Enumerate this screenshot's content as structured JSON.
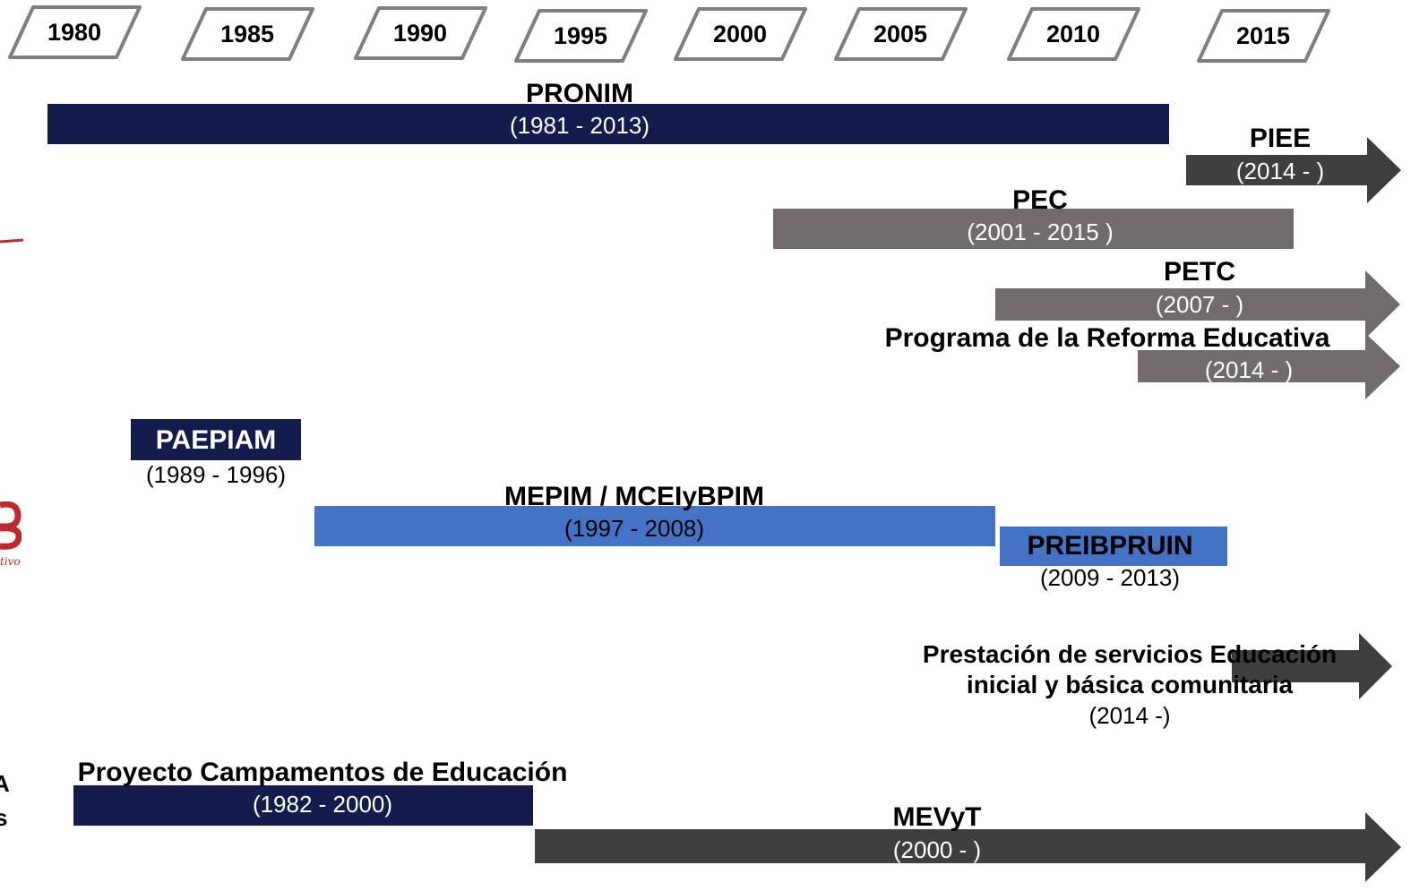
{
  "years": [
    "1980",
    "1985",
    "1990",
    "1995",
    "2000",
    "2005",
    "2010",
    "2015"
  ],
  "colors": {
    "navy": "#141c4e",
    "gray": "#716b6b",
    "dark_gray": "#3f3f3f",
    "blue": "#4472c4",
    "year_box_border": "#7f7f7f",
    "logo_red": "#c0282d"
  },
  "programs": {
    "pronim": {
      "title": "PRONIM",
      "dates": "(1981 - 2013)",
      "start": 1981,
      "end": 2013,
      "ongoing": false
    },
    "piee": {
      "title": "PIEE",
      "dates": "(2014 - )",
      "start": 2014,
      "end": null,
      "ongoing": true
    },
    "pec": {
      "title": "PEC",
      "dates": "(2001 - 2015 )",
      "start": 2001,
      "end": 2015,
      "ongoing": false
    },
    "petc": {
      "title": "PETC",
      "dates": "(2007 - )",
      "start": 2007,
      "end": null,
      "ongoing": true
    },
    "reforma": {
      "title": "Programa de la Reforma Educativa",
      "dates": "(2014 - )",
      "start": 2014,
      "end": null,
      "ongoing": true
    },
    "paepiam": {
      "title": "PAEPIAM",
      "dates": "(1989 - 1996)",
      "start": 1989,
      "end": 1996,
      "ongoing": false
    },
    "mepim": {
      "title": "MEPIM / MCEIyBPIM",
      "dates": "(1997 - 2008)",
      "start": 1997,
      "end": 2008,
      "ongoing": false
    },
    "preibpruin": {
      "title": "PREIBPRUIN",
      "dates": "(2009 - 2013)",
      "start": 2009,
      "end": 2013,
      "ongoing": false
    },
    "prestacion": {
      "title_line1": "Prestación de servicios Educación",
      "title_line2": "inicial y básica comunitaria",
      "dates": "(2014 -)",
      "start": 2014,
      "end": null,
      "ongoing": true
    },
    "campamentos": {
      "title": "Proyecto Campamentos de Educación",
      "dates": "(1982 - 2000)",
      "start": 1982,
      "end": 2000,
      "ongoing": false
    },
    "mevyt": {
      "title": "MEVyT",
      "dates": "(2000 - )",
      "start": 2000,
      "end": null,
      "ongoing": true
    }
  },
  "edge_fragments": {
    "script_text": "tivo",
    "letter_a": "A",
    "letter_s": "s"
  }
}
